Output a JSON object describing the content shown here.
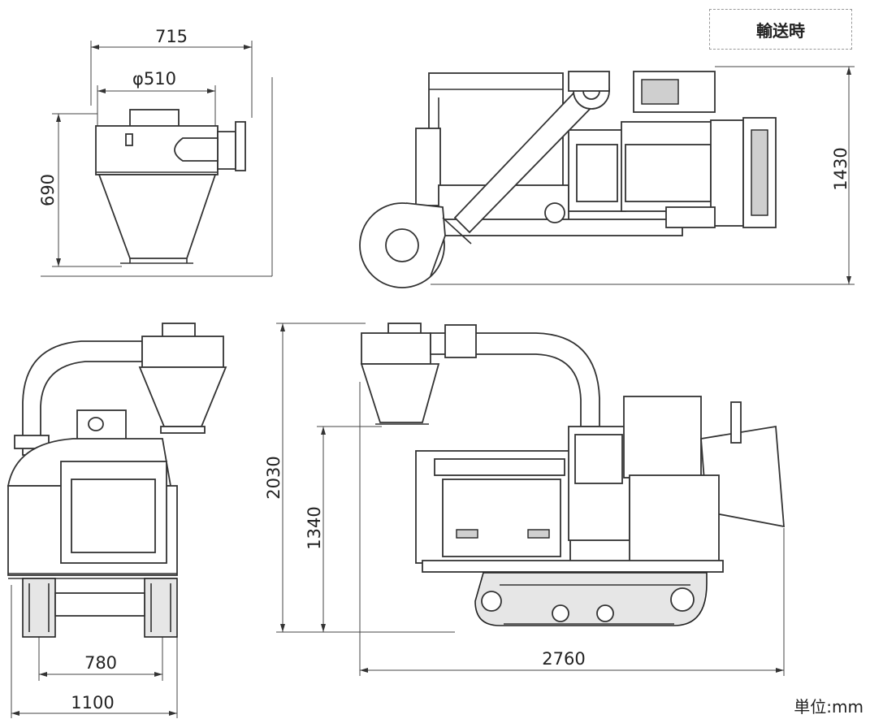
{
  "mode_label": "輸送時",
  "unit_label": "単位:mm",
  "dimensions": {
    "hopper_width": "715",
    "hopper_diameter": "φ510",
    "hopper_height": "690",
    "transport_height": "1430",
    "total_height": "2030",
    "hopper_outlet_height": "1340",
    "track_gauge": "780",
    "overall_width": "1100",
    "overall_length": "2760"
  }
}
